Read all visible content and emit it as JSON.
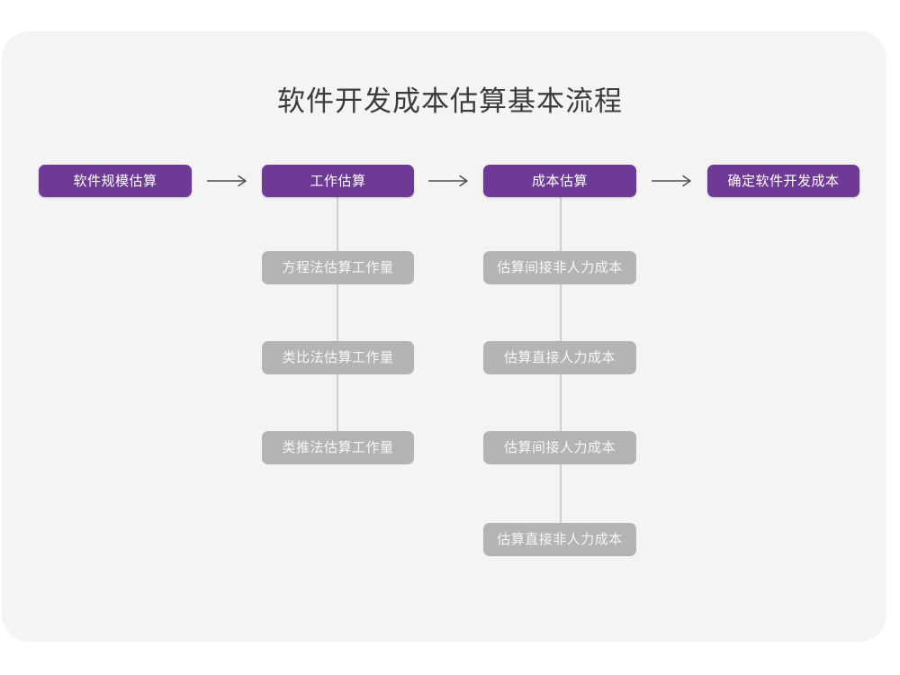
{
  "diagram": {
    "title": "软件开发成本估算基本流程",
    "colors": {
      "primary": "#6E3A96",
      "secondary": "#B4B4B4",
      "card_background": "#F4F4F4",
      "page_background": "#FFFFFF",
      "title_text": "#3B3B3B",
      "connector_line": "#CFCFCF",
      "arrow": "#4C4C4C"
    },
    "main_flow": [
      {
        "label": "软件规模估算"
      },
      {
        "label": "工作估算"
      },
      {
        "label": "成本估算"
      },
      {
        "label": "确定软件开发成本"
      }
    ],
    "arrows": [
      {
        "glyph": "long-right-arrow"
      },
      {
        "glyph": "long-right-arrow"
      },
      {
        "glyph": "long-right-arrow"
      }
    ],
    "branches": [
      {
        "parent": "工作估算",
        "items": [
          {
            "label": "方程法估算工作量"
          },
          {
            "label": "类比法估算工作量"
          },
          {
            "label": "类推法估算工作量"
          }
        ]
      },
      {
        "parent": "成本估算",
        "items": [
          {
            "label": "估算间接非人力成本"
          },
          {
            "label": "估算直接人力成本"
          },
          {
            "label": "估算间接人力成本"
          },
          {
            "label": "估算直接非人力成本"
          }
        ]
      }
    ]
  }
}
